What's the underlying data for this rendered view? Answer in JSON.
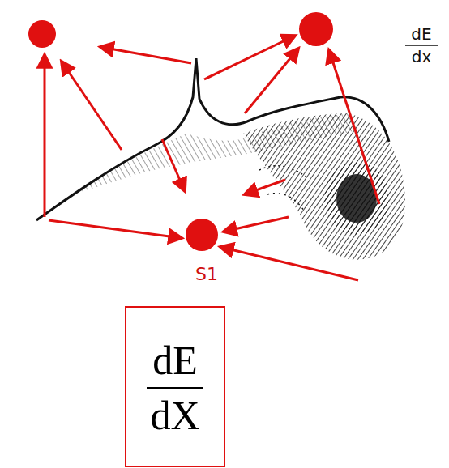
{
  "diagram": {
    "nodes": [
      {
        "text": [
          "dE",
          "dX"
        ]
      }
    ],
    "labels": [
      "S1",
      "dE",
      "dx"
    ]
  }
}
